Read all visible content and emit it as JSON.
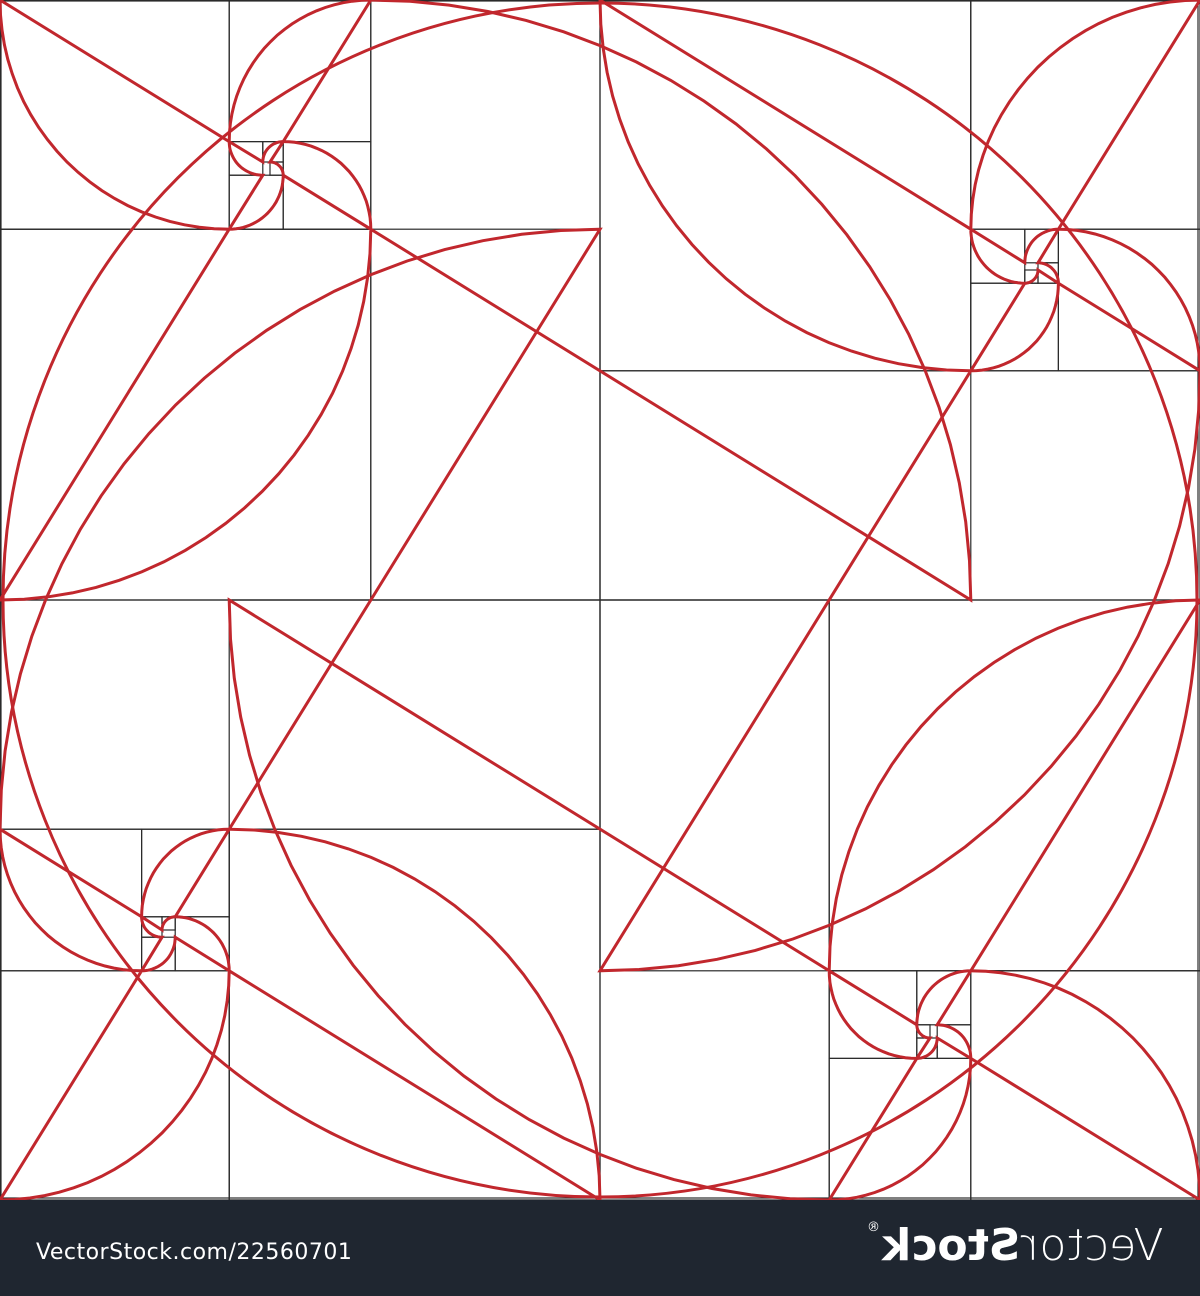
{
  "diagram": {
    "line_color": "#2b2b2b",
    "spiral_color": "#c1272d",
    "background": "#ffffff"
  },
  "footer": {
    "background": "#1f2630",
    "url": "VectorStock.com/22560701",
    "brand_light": "Vector",
    "brand_bold": "Stock",
    "brand_mark": "®"
  }
}
